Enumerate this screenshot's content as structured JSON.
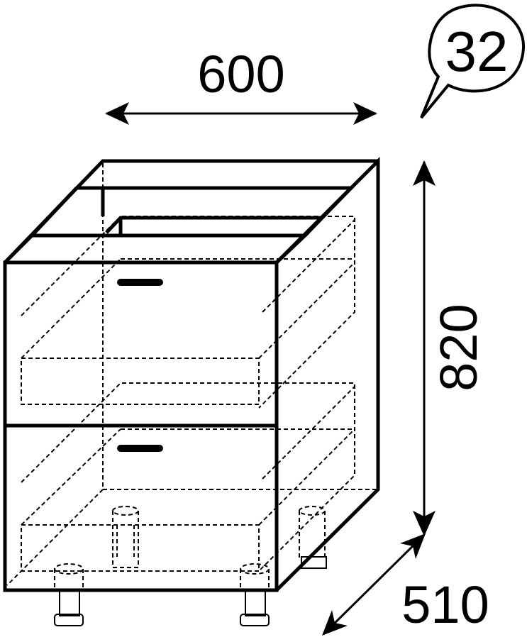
{
  "dimensions": {
    "width": "600",
    "height": "820",
    "depth": "510"
  },
  "badge": {
    "number": "32"
  }
}
